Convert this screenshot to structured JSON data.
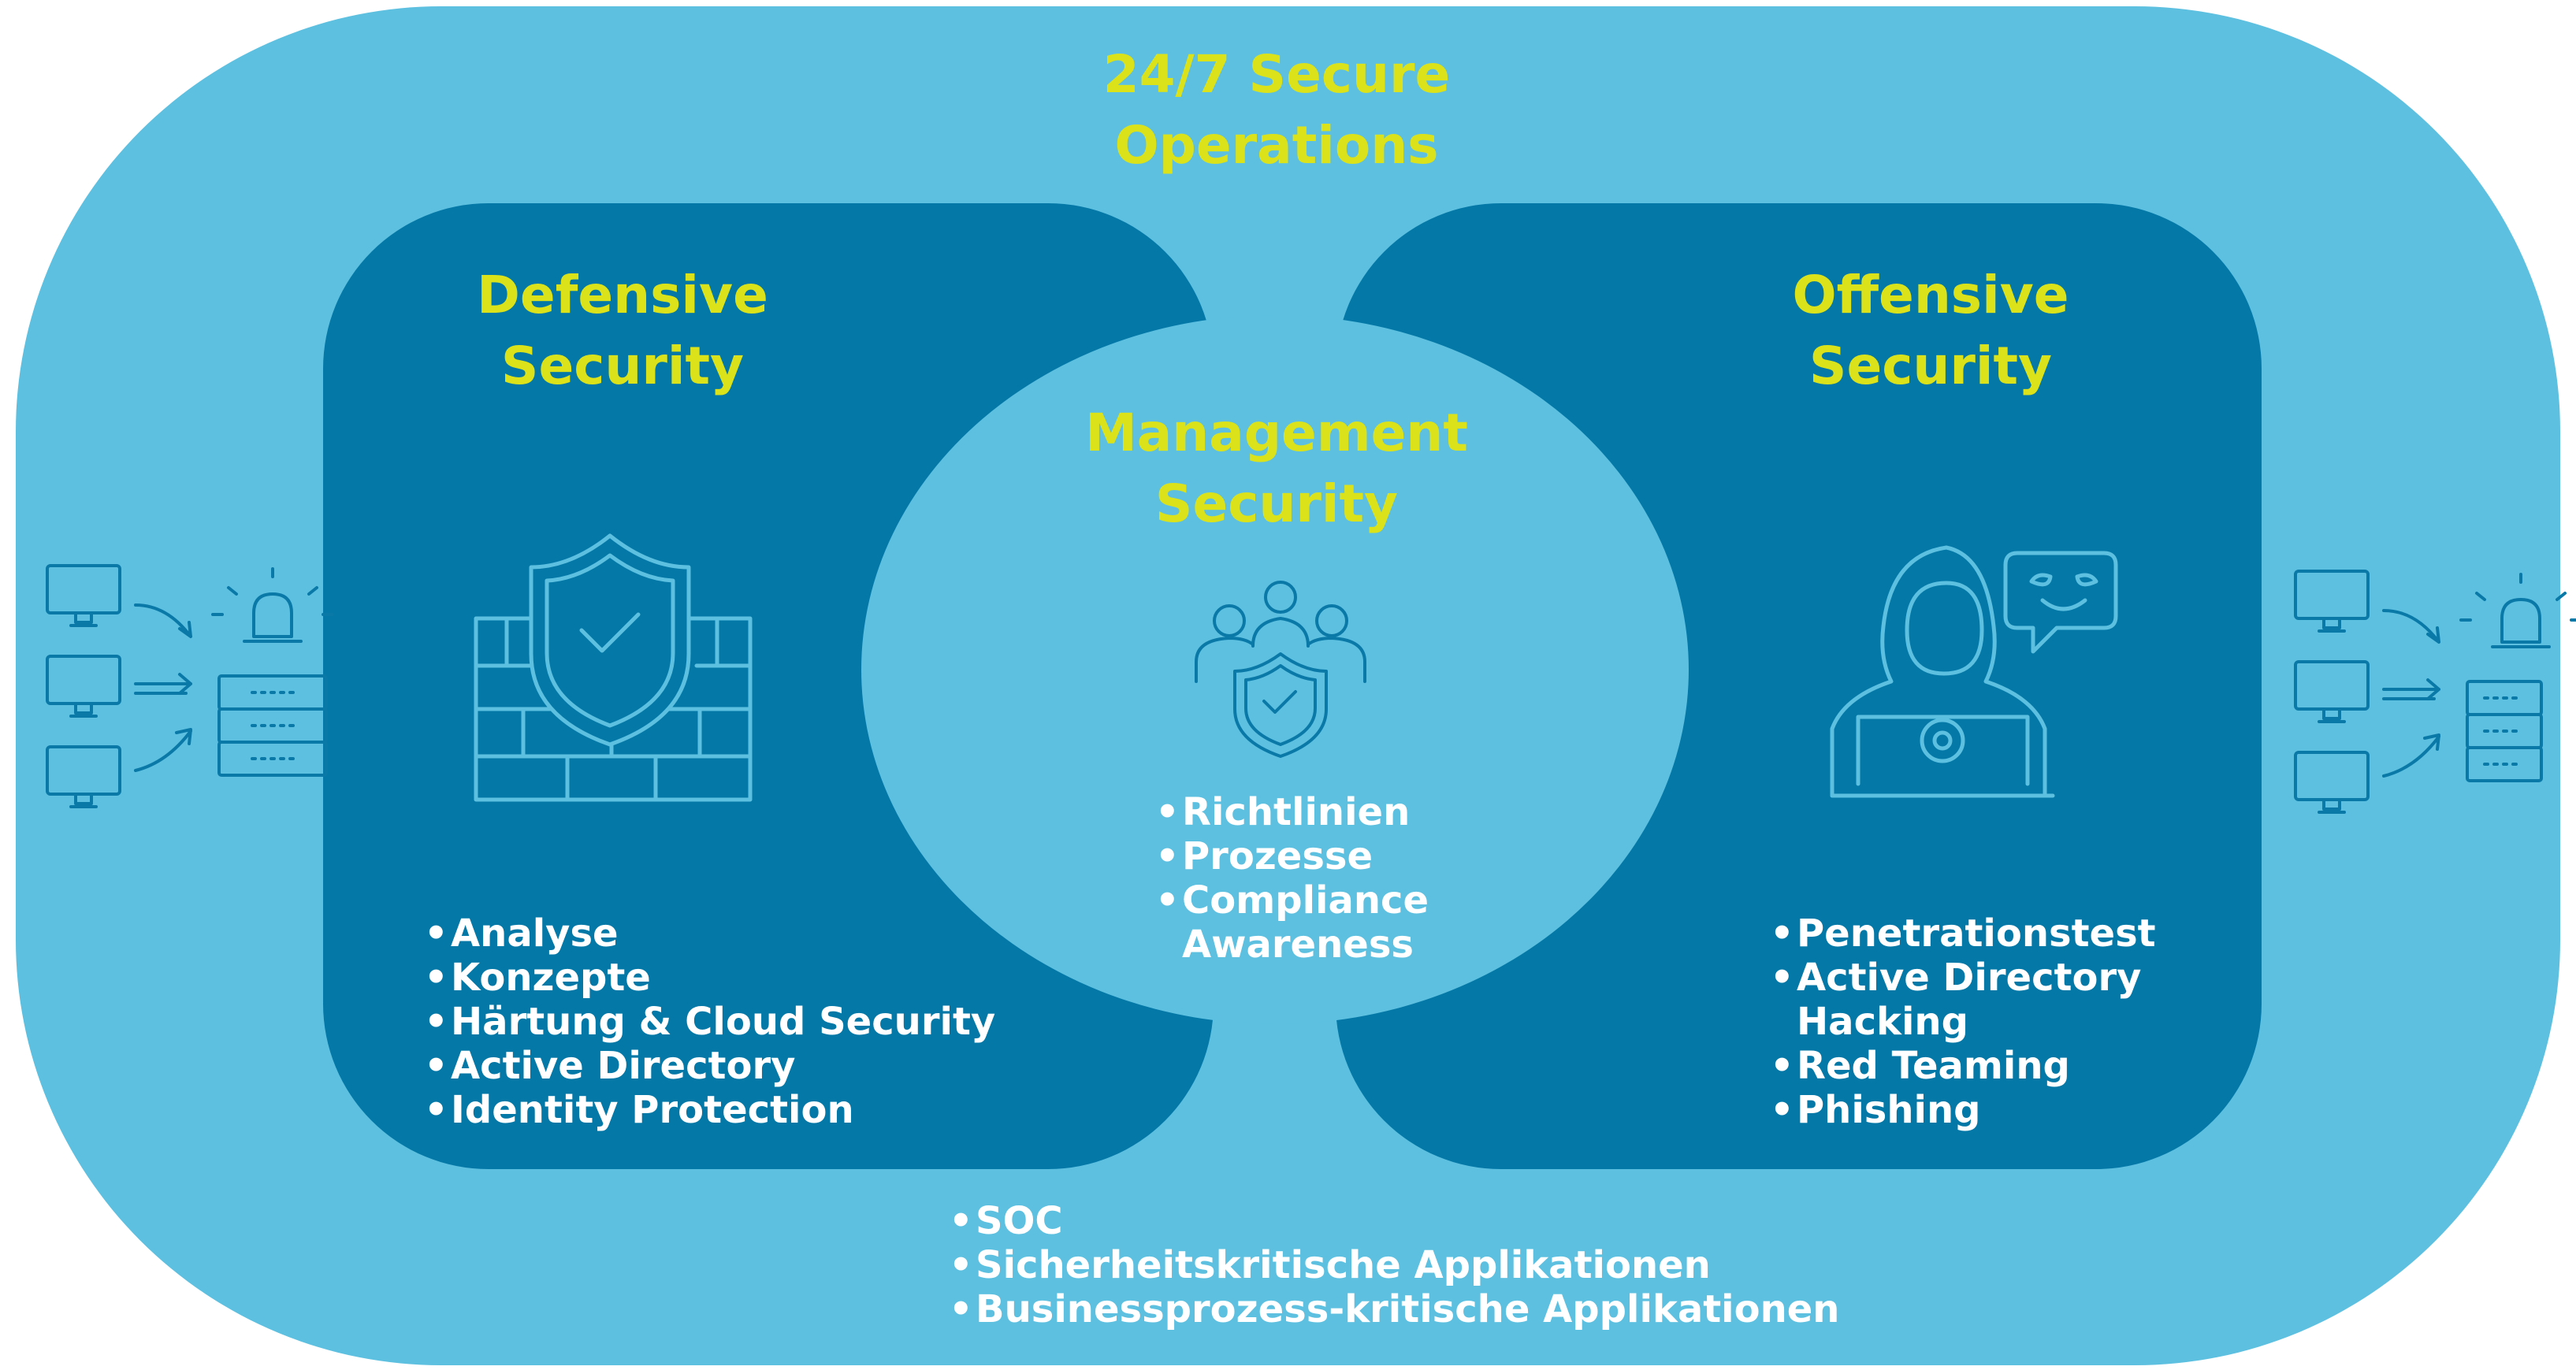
{
  "colors": {
    "outer": "#5dc0e0",
    "inner": "#0478a7",
    "accent": "#dbe21a",
    "text": "#ffffff"
  },
  "outer": {
    "title_line1": "24/7 Secure",
    "title_line2": "Operations",
    "items": [
      "SOC",
      "Sicherheitskritische Applikationen",
      "Businessprozess-kritische Applikationen"
    ]
  },
  "defensive": {
    "title_line1": "Defensive",
    "title_line2": "Security",
    "icon": "shield-firewall-icon",
    "items": [
      "Analyse",
      "Konzepte",
      "Härtung & Cloud Security",
      "Active Directory",
      "Identity Protection"
    ]
  },
  "management": {
    "title_line1": "Management",
    "title_line2": "Security",
    "icon": "team-shield-icon",
    "items": [
      "Richtlinien",
      "Prozesse",
      "Compliance"
    ],
    "items_cont": "Awareness"
  },
  "offensive": {
    "title_line1": "Offensive",
    "title_line2": "Security",
    "icon": "hacker-icon",
    "items": [
      "Penetrationstest",
      "Active Directory"
    ],
    "items_cont": "Hacking",
    "items_more": [
      "Red Teaming",
      "Phishing"
    ]
  },
  "side_icons": [
    "network-alert-icon",
    "network-alert-icon"
  ]
}
